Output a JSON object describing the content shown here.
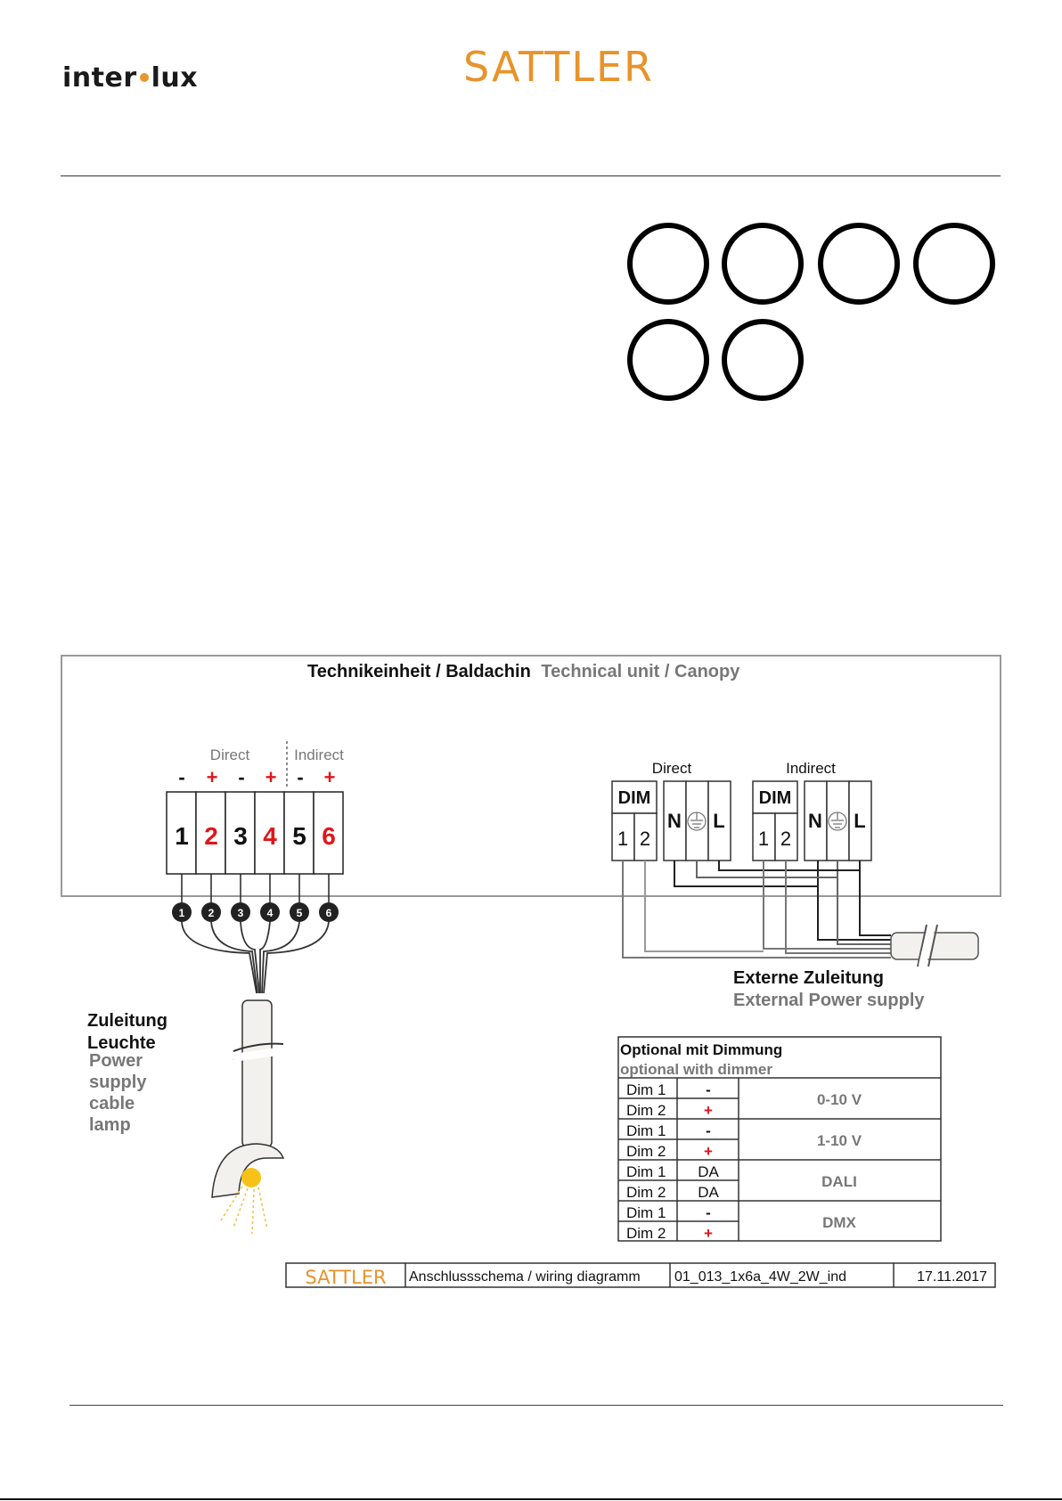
{
  "header": {
    "logo_left_a": "inter",
    "logo_left_b": "lux",
    "logo_right": "SATTLER"
  },
  "diagram": {
    "unit_title_de": "Technikeinheit / Baldachin",
    "unit_title_en": "Technical unit / Canopy",
    "terminal_block": {
      "group_direct": "Direct",
      "group_indirect": "Indirect",
      "polarity": [
        "-",
        "+",
        "-",
        "+",
        "-",
        "+"
      ],
      "numbers": [
        "1",
        "2",
        "3",
        "4",
        "5",
        "6"
      ],
      "wire_markers": [
        "1",
        "2",
        "3",
        "4",
        "5",
        "6"
      ]
    },
    "lamp_cable_label": [
      "Zuleitung",
      "Leuchte"
    ],
    "lamp_cable_label_en": [
      "Power",
      "supply",
      "cable",
      "lamp"
    ],
    "connector_direct": {
      "title": "Direct",
      "dim_label": "DIM",
      "dim_pins": [
        "1",
        "2"
      ],
      "n": "N",
      "l": "L"
    },
    "connector_indirect": {
      "title": "Indirect",
      "dim_label": "DIM",
      "dim_pins": [
        "1",
        "2"
      ],
      "n": "N",
      "l": "L"
    },
    "external_label_de": "Externe Zuleitung",
    "external_label_en": "External Power supply",
    "dimming_table": {
      "title_de": "Optional mit Dimmung",
      "title_en": "optional with dimmer",
      "rows": [
        {
          "dim1": "Dim 1",
          "v1": "-",
          "dim2": "Dim 2",
          "v2": "+",
          "mode": "0-10 V"
        },
        {
          "dim1": "Dim 1",
          "v1": "-",
          "dim2": "Dim 2",
          "v2": "+",
          "mode": "1-10 V"
        },
        {
          "dim1": "Dim 1",
          "v1": "DA",
          "dim2": "Dim 2",
          "v2": "DA",
          "mode": "DALI"
        },
        {
          "dim1": "Dim 1",
          "v1": "-",
          "dim2": "Dim 2",
          "v2": "+",
          "mode": "DMX"
        }
      ]
    },
    "title_block": {
      "logo": "SATTLER",
      "description": "Anschlussschema / wiring diagramm",
      "code": "01_013_1x6a_4W_2W_ind",
      "date": "17.11.2017"
    }
  }
}
